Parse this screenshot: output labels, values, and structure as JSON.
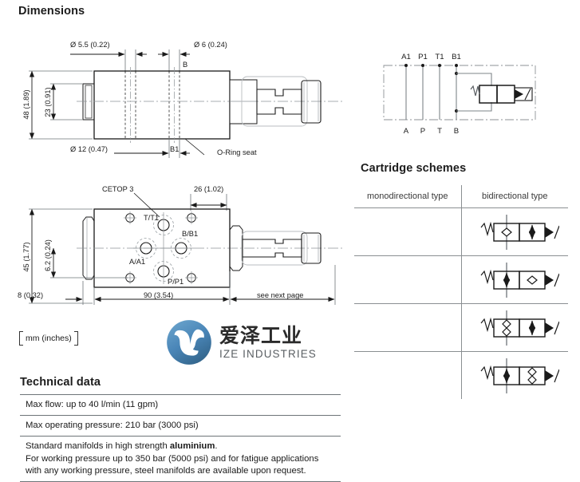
{
  "headings": {
    "dimensions": "Dimensions",
    "cartridge_schemes": "Cartridge schemes",
    "technical_data": "Technical data"
  },
  "units_legend": "mm  (inches)",
  "front_view": {
    "dim_top_left": "Ø 5.5 (0.22)",
    "dim_top_right": "Ø 6 (0.24)",
    "label_b": "B",
    "dim_height_outer": "48 (1.89)",
    "dim_height_inner": "23 (0.91)",
    "dim_bottom_left": "Ø 12 (0.47)",
    "label_b1": "B1",
    "note_oring": "O-Ring seat"
  },
  "plan_view": {
    "label_cetop": "CETOP 3",
    "dim_top_right": "26 (1.02)",
    "port_t": "T/T1",
    "port_b": "B/B1",
    "port_a": "A/A1",
    "port_p": "P/P1",
    "dim_height_outer": "45 (1.77)",
    "dim_height_inner": "6.2 (0.24)",
    "dim_bottom_left": "8 (0.32)",
    "dim_bottom_mid": "90 (3.54)",
    "note_next_page": "see next page"
  },
  "schematic": {
    "ports_top": [
      "A1",
      "P1",
      "T1",
      "B1"
    ],
    "ports_bottom": [
      "A",
      "P",
      "T",
      "B"
    ]
  },
  "cartridge_table": {
    "columns": [
      "monodirectional type",
      "bidirectional type"
    ],
    "rows": [
      {
        "monodirectional": "",
        "bidirectional": "check-left-arrow-right"
      },
      {
        "monodirectional": "",
        "bidirectional": "arrow-left-check-right"
      },
      {
        "monodirectional": "",
        "bidirectional": "double-check-left-arrow-right"
      },
      {
        "monodirectional": "",
        "bidirectional": "arrow-left-double-check-right"
      }
    ]
  },
  "technical_data": {
    "rows": [
      {
        "text": "Max flow: up to 40  l/min (11 gpm)",
        "bold_term": ""
      },
      {
        "text": "Max operating pressure: 210 bar (3000 psi)",
        "bold_term": ""
      }
    ],
    "manifold_line1_pre": "Standard manifolds in high strength ",
    "manifold_line1_bold": "aluminium",
    "manifold_line1_post": ".",
    "manifold_line2": "For working pressure up to 350 bar (5000 psi) and for fatigue applications",
    "manifold_line3": "with any working pressure, steel manifolds are available upon request."
  },
  "logo": {
    "cn": "爱泽工业",
    "en": "IZE INDUSTRIES",
    "brand_color": "#4a86b8"
  },
  "colors": {
    "line": "#1a1a1a",
    "thin_line": "#6e7478",
    "table_rule": "#8a8f92",
    "center_line": "#8d9296",
    "fill_light": "#f2f3f4"
  }
}
